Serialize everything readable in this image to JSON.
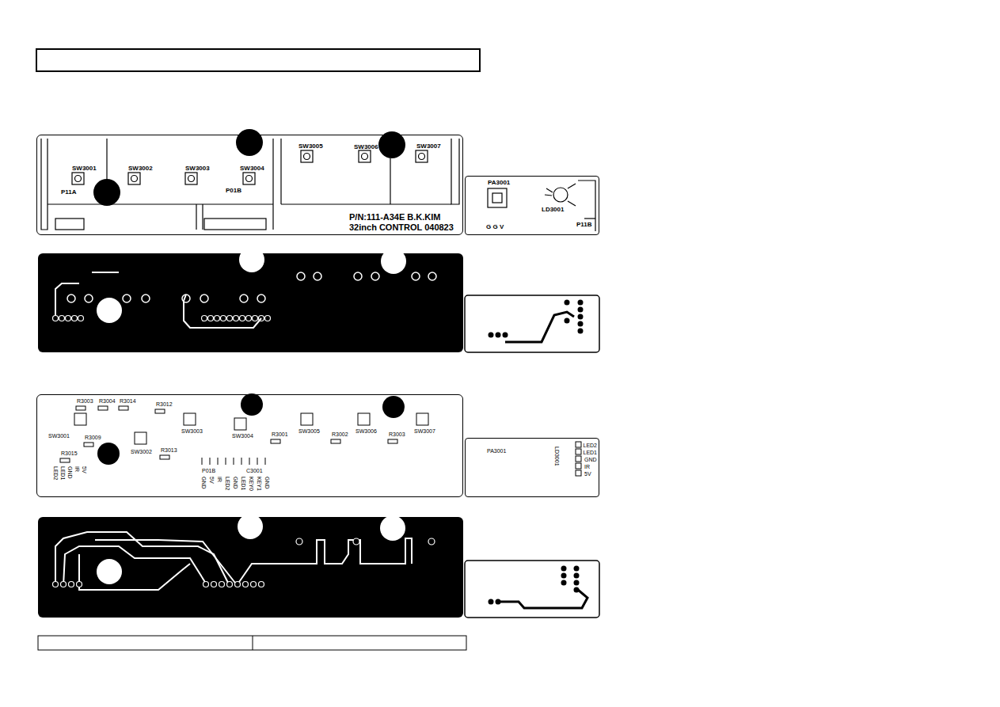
{
  "diagram": {
    "nodes": [
      {
        "text": [
          "SW3001",
          "SW3002",
          "SW3003",
          "SW3004",
          "SW3005",
          "SW3006",
          "SW3007",
          "P11A",
          "P01B",
          "P/N:111-A34E B.K.KIM",
          "32inch CONTROL 040823"
        ]
      },
      {
        "text": [
          "PA3001",
          "LD3001",
          "P11B",
          "G G V"
        ]
      },
      {
        "text": [
          "R3003",
          "R3004",
          "R3014",
          "SW3001",
          "R3009",
          "R3012",
          "R3015",
          "SW3002",
          "R3013",
          "SW3003",
          "SW3004",
          "R3001",
          "SW3005",
          "R3002",
          "SW3006",
          "R3003",
          "SW3007",
          "LED2",
          "LED1",
          "GND",
          "IR",
          "5V",
          "P01B",
          "C3001",
          "GND",
          "5V",
          "IR",
          "LED2",
          "GND",
          "LED1",
          "KEY0",
          "KEY1",
          "GND"
        ]
      },
      {
        "text": [
          "PA3001",
          "LD3001",
          "LED2",
          "LED1",
          "GND",
          "IR",
          "5V"
        ]
      }
    ]
  }
}
